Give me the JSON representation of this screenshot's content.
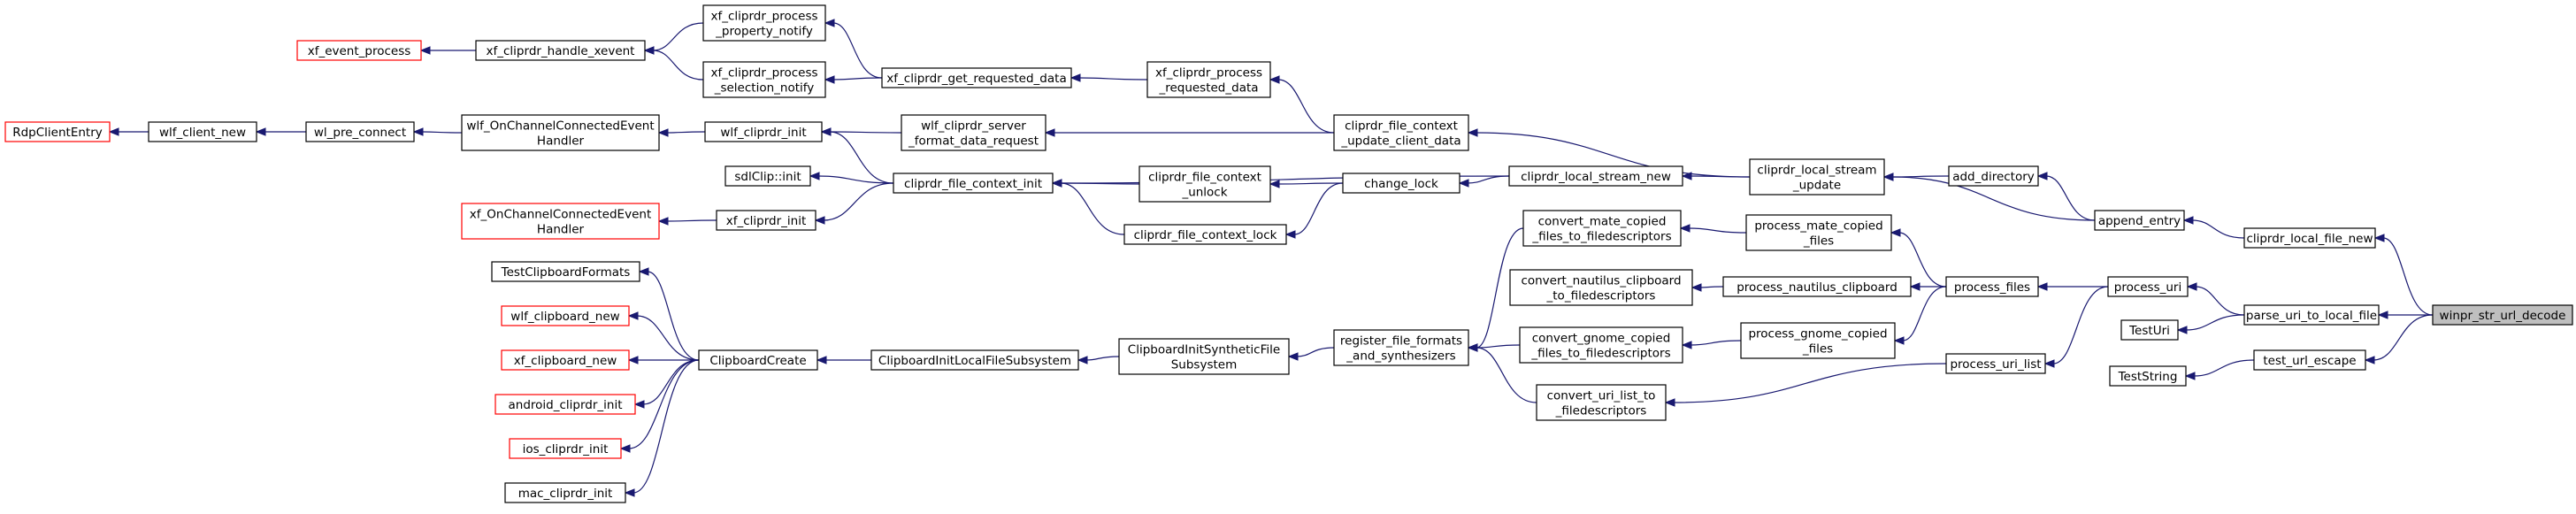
{
  "colors": {
    "edge": "#191970",
    "node_border": "#000000",
    "node_border_truncated": "#ff0000",
    "node_fill": "#ffffff",
    "focus_fill": "#bfbfbf",
    "text": "#000000"
  },
  "nodes": [
    {
      "id": "winpr_str_url_decode",
      "lines": [
        "winpr_str_url_decode"
      ],
      "style": "focus"
    },
    {
      "id": "cliprdr_local_file_new",
      "lines": [
        "cliprdr_local_file_new"
      ],
      "style": "normal"
    },
    {
      "id": "parse_uri_to_local_file",
      "lines": [
        "parse_uri_to_local_file"
      ],
      "style": "normal"
    },
    {
      "id": "test_url_escape",
      "lines": [
        "test_url_escape"
      ],
      "style": "normal"
    },
    {
      "id": "append_entry",
      "lines": [
        "append_entry"
      ],
      "style": "normal"
    },
    {
      "id": "add_directory",
      "lines": [
        "add_directory"
      ],
      "style": "normal"
    },
    {
      "id": "cliprdr_local_stream_update",
      "lines": [
        "cliprdr_local_stream",
        "_update"
      ],
      "style": "normal"
    },
    {
      "id": "cliprdr_local_stream_new",
      "lines": [
        "cliprdr_local_stream_new"
      ],
      "style": "normal"
    },
    {
      "id": "cliprdr_file_context_update_client_data",
      "lines": [
        "cliprdr_file_context",
        "_update_client_data"
      ],
      "style": "normal"
    },
    {
      "id": "xf_cliprdr_process_requested_data",
      "lines": [
        "xf_cliprdr_process",
        "_requested_data"
      ],
      "style": "normal"
    },
    {
      "id": "xf_cliprdr_get_requested_data",
      "lines": [
        "xf_cliprdr_get_requested_data"
      ],
      "style": "normal"
    },
    {
      "id": "xf_cliprdr_process_property_notify",
      "lines": [
        "xf_cliprdr_process",
        "_property_notify"
      ],
      "style": "normal"
    },
    {
      "id": "xf_cliprdr_handle_xevent",
      "lines": [
        "xf_cliprdr_handle_xevent"
      ],
      "style": "normal"
    },
    {
      "id": "xf_event_process",
      "lines": [
        "xf_event_process"
      ],
      "style": "truncated"
    },
    {
      "id": "xf_cliprdr_process_selection_notify",
      "lines": [
        "xf_cliprdr_process",
        "_selection_notify"
      ],
      "style": "normal"
    },
    {
      "id": "wlf_cliprdr_server_format_data_request",
      "lines": [
        "wlf_cliprdr_server",
        "_format_data_request"
      ],
      "style": "normal"
    },
    {
      "id": "wlf_cliprdr_init",
      "lines": [
        "wlf_cliprdr_init"
      ],
      "style": "normal"
    },
    {
      "id": "wlf_OnChannelConnectedEventHandler",
      "lines": [
        "wlf_OnChannelConnectedEvent",
        "Handler"
      ],
      "style": "normal"
    },
    {
      "id": "wl_pre_connect",
      "lines": [
        "wl_pre_connect"
      ],
      "style": "normal"
    },
    {
      "id": "wlf_client_new",
      "lines": [
        "wlf_client_new"
      ],
      "style": "normal"
    },
    {
      "id": "RdpClientEntry",
      "lines": [
        "RdpClientEntry"
      ],
      "style": "truncated"
    },
    {
      "id": "change_lock",
      "lines": [
        "change_lock"
      ],
      "style": "normal"
    },
    {
      "id": "cliprdr_file_context_unlock",
      "lines": [
        "cliprdr_file_context",
        "_unlock"
      ],
      "style": "normal"
    },
    {
      "id": "cliprdr_file_context_lock",
      "lines": [
        "cliprdr_file_context_lock"
      ],
      "style": "normal"
    },
    {
      "id": "cliprdr_file_context_init",
      "lines": [
        "cliprdr_file_context_init"
      ],
      "style": "normal"
    },
    {
      "id": "sdlClip_init",
      "lines": [
        "sdlClip::init"
      ],
      "style": "normal"
    },
    {
      "id": "xf_cliprdr_init",
      "lines": [
        "xf_cliprdr_init"
      ],
      "style": "normal"
    },
    {
      "id": "xf_OnChannelConnectedEventHandler",
      "lines": [
        "xf_OnChannelConnectedEvent",
        "Handler"
      ],
      "style": "truncated"
    },
    {
      "id": "process_uri",
      "lines": [
        "process_uri"
      ],
      "style": "normal"
    },
    {
      "id": "process_files",
      "lines": [
        "process_files"
      ],
      "style": "normal"
    },
    {
      "id": "process_uri_list",
      "lines": [
        "process_uri_list"
      ],
      "style": "normal"
    },
    {
      "id": "process_mate_copied_files",
      "lines": [
        "process_mate_copied",
        "_files"
      ],
      "style": "normal"
    },
    {
      "id": "process_nautilus_clipboard",
      "lines": [
        "process_nautilus_clipboard"
      ],
      "style": "normal"
    },
    {
      "id": "process_gnome_copied_files",
      "lines": [
        "process_gnome_copied",
        "_files"
      ],
      "style": "normal"
    },
    {
      "id": "convert_mate_copied_files_to_filedescriptors",
      "lines": [
        "convert_mate_copied",
        "_files_to_filedescriptors"
      ],
      "style": "normal"
    },
    {
      "id": "convert_nautilus_clipboard_to_filedescriptors",
      "lines": [
        "convert_nautilus_clipboard",
        "_to_filedescriptors"
      ],
      "style": "normal"
    },
    {
      "id": "convert_gnome_copied_files_to_filedescriptors",
      "lines": [
        "convert_gnome_copied",
        "_files_to_filedescriptors"
      ],
      "style": "normal"
    },
    {
      "id": "convert_uri_list_to_filedescriptors",
      "lines": [
        "convert_uri_list_to",
        "_filedescriptors"
      ],
      "style": "normal"
    },
    {
      "id": "register_file_formats_and_synthesizers",
      "lines": [
        "register_file_formats",
        "_and_synthesizers"
      ],
      "style": "normal"
    },
    {
      "id": "ClipboardInitSyntheticFileSubsystem",
      "lines": [
        "ClipboardInitSyntheticFile",
        "Subsystem"
      ],
      "style": "normal"
    },
    {
      "id": "ClipboardInitLocalFileSubsystem",
      "lines": [
        "ClipboardInitLocalFileSubsystem"
      ],
      "style": "normal"
    },
    {
      "id": "ClipboardCreate",
      "lines": [
        "ClipboardCreate"
      ],
      "style": "normal"
    },
    {
      "id": "TestClipboardFormats",
      "lines": [
        "TestClipboardFormats"
      ],
      "style": "normal"
    },
    {
      "id": "wlf_clipboard_new",
      "lines": [
        "wlf_clipboard_new"
      ],
      "style": "truncated"
    },
    {
      "id": "xf_clipboard_new",
      "lines": [
        "xf_clipboard_new"
      ],
      "style": "truncated"
    },
    {
      "id": "android_cliprdr_init",
      "lines": [
        "android_cliprdr_init"
      ],
      "style": "truncated"
    },
    {
      "id": "ios_cliprdr_init",
      "lines": [
        "ios_cliprdr_init"
      ],
      "style": "truncated"
    },
    {
      "id": "mac_cliprdr_init",
      "lines": [
        "mac_cliprdr_init"
      ],
      "style": "normal"
    },
    {
      "id": "TestUri",
      "lines": [
        "TestUri"
      ],
      "style": "normal"
    },
    {
      "id": "TestString",
      "lines": [
        "TestString"
      ],
      "style": "normal"
    }
  ],
  "edges": [
    [
      "cliprdr_local_file_new",
      "winpr_str_url_decode"
    ],
    [
      "parse_uri_to_local_file",
      "winpr_str_url_decode"
    ],
    [
      "test_url_escape",
      "winpr_str_url_decode"
    ],
    [
      "append_entry",
      "cliprdr_local_file_new"
    ],
    [
      "add_directory",
      "append_entry"
    ],
    [
      "cliprdr_local_stream_update",
      "append_entry"
    ],
    [
      "cliprdr_local_stream_update",
      "add_directory"
    ],
    [
      "cliprdr_file_context_update_client_data",
      "cliprdr_local_stream_update"
    ],
    [
      "cliprdr_local_stream_new",
      "cliprdr_local_stream_update"
    ],
    [
      "xf_cliprdr_process_requested_data",
      "cliprdr_file_context_update_client_data"
    ],
    [
      "wlf_cliprdr_server_format_data_request",
      "cliprdr_file_context_update_client_data"
    ],
    [
      "xf_cliprdr_get_requested_data",
      "xf_cliprdr_process_requested_data"
    ],
    [
      "xf_cliprdr_process_property_notify",
      "xf_cliprdr_get_requested_data"
    ],
    [
      "xf_cliprdr_process_selection_notify",
      "xf_cliprdr_get_requested_data"
    ],
    [
      "xf_cliprdr_handle_xevent",
      "xf_cliprdr_process_property_notify"
    ],
    [
      "xf_cliprdr_handle_xevent",
      "xf_cliprdr_process_selection_notify"
    ],
    [
      "xf_event_process",
      "xf_cliprdr_handle_xevent"
    ],
    [
      "wlf_cliprdr_init",
      "wlf_cliprdr_server_format_data_request"
    ],
    [
      "wlf_cliprdr_init",
      "cliprdr_file_context_init"
    ],
    [
      "wlf_OnChannelConnectedEventHandler",
      "wlf_cliprdr_init"
    ],
    [
      "wl_pre_connect",
      "wlf_OnChannelConnectedEventHandler"
    ],
    [
      "wlf_client_new",
      "wl_pre_connect"
    ],
    [
      "RdpClientEntry",
      "wlf_client_new"
    ],
    [
      "change_lock",
      "cliprdr_local_stream_new"
    ],
    [
      "cliprdr_file_context_init",
      "cliprdr_local_stream_new"
    ],
    [
      "cliprdr_file_context_unlock",
      "change_lock"
    ],
    [
      "cliprdr_file_context_lock",
      "change_lock"
    ],
    [
      "cliprdr_file_context_init",
      "cliprdr_file_context_unlock"
    ],
    [
      "cliprdr_file_context_init",
      "cliprdr_file_context_lock"
    ],
    [
      "sdlClip_init",
      "cliprdr_file_context_init"
    ],
    [
      "xf_cliprdr_init",
      "cliprdr_file_context_init"
    ],
    [
      "xf_OnChannelConnectedEventHandler",
      "xf_cliprdr_init"
    ],
    [
      "process_uri",
      "parse_uri_to_local_file"
    ],
    [
      "process_files",
      "process_uri"
    ],
    [
      "process_uri_list",
      "process_uri"
    ],
    [
      "process_mate_copied_files",
      "process_files"
    ],
    [
      "process_nautilus_clipboard",
      "process_files"
    ],
    [
      "process_gnome_copied_files",
      "process_files"
    ],
    [
      "convert_mate_copied_files_to_filedescriptors",
      "process_mate_copied_files"
    ],
    [
      "convert_nautilus_clipboard_to_filedescriptors",
      "process_nautilus_clipboard"
    ],
    [
      "convert_gnome_copied_files_to_filedescriptors",
      "process_gnome_copied_files"
    ],
    [
      "convert_uri_list_to_filedescriptors",
      "process_uri_list"
    ],
    [
      "register_file_formats_and_synthesizers",
      "convert_mate_copied_files_to_filedescriptors"
    ],
    [
      "register_file_formats_and_synthesizers",
      "convert_gnome_copied_files_to_filedescriptors"
    ],
    [
      "register_file_formats_and_synthesizers",
      "convert_uri_list_to_filedescriptors"
    ],
    [
      "ClipboardInitSyntheticFileSubsystem",
      "register_file_formats_and_synthesizers"
    ],
    [
      "ClipboardInitLocalFileSubsystem",
      "ClipboardInitSyntheticFileSubsystem"
    ],
    [
      "ClipboardCreate",
      "ClipboardInitLocalFileSubsystem"
    ],
    [
      "TestClipboardFormats",
      "ClipboardCreate"
    ],
    [
      "wlf_clipboard_new",
      "ClipboardCreate"
    ],
    [
      "xf_clipboard_new",
      "ClipboardCreate"
    ],
    [
      "android_cliprdr_init",
      "ClipboardCreate"
    ],
    [
      "ios_cliprdr_init",
      "ClipboardCreate"
    ],
    [
      "mac_cliprdr_init",
      "ClipboardCreate"
    ],
    [
      "TestUri",
      "parse_uri_to_local_file"
    ],
    [
      "TestString",
      "test_url_escape"
    ]
  ]
}
